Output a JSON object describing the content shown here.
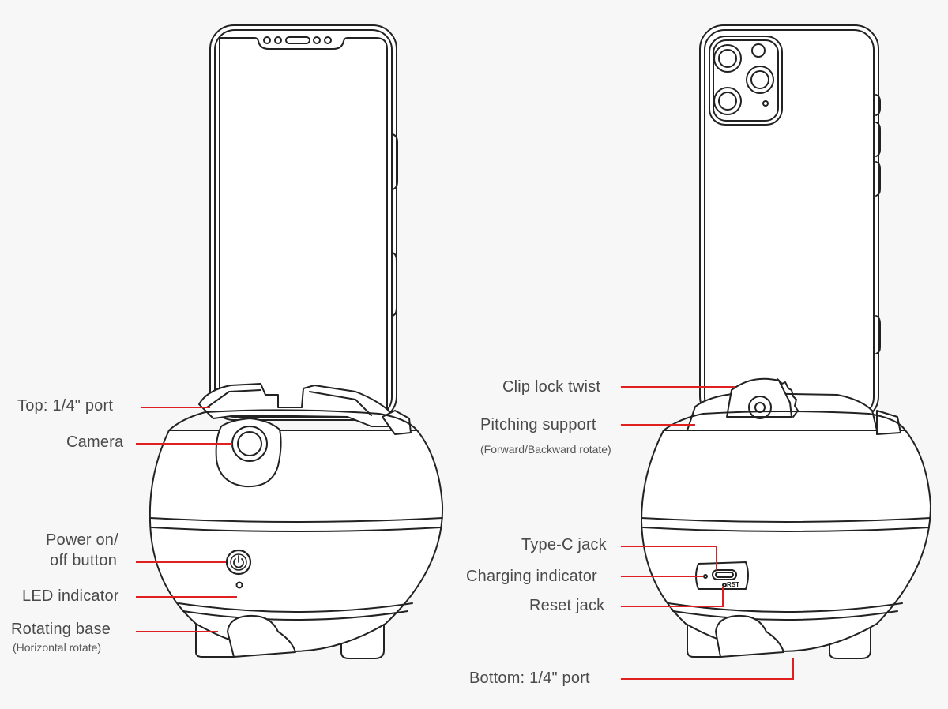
{
  "colors": {
    "background": "#f7f7f7",
    "device_fill": "#ffffff",
    "outline": "#222222",
    "leader_line": "#e02020",
    "text": "#4a4a4a"
  },
  "icons": [
    "power-icon"
  ],
  "left_view": {
    "top_port": "Top: 1/4\" port",
    "camera": "Camera",
    "power_line1": "Power on/",
    "power_line2": "off button",
    "led": "LED indicator",
    "rotating_base": "Rotating base",
    "rotating_base_sub": "(Horizontal rotate)"
  },
  "right_view": {
    "clip_lock": "Clip lock twist",
    "pitching": "Pitching support",
    "pitching_sub": "(Forward/Backward rotate)",
    "type_c": "Type-C jack",
    "charging": "Charging indicator",
    "reset": "Reset  jack",
    "rst_marking": "RST",
    "bottom_port": "Bottom: 1/4\" port"
  }
}
